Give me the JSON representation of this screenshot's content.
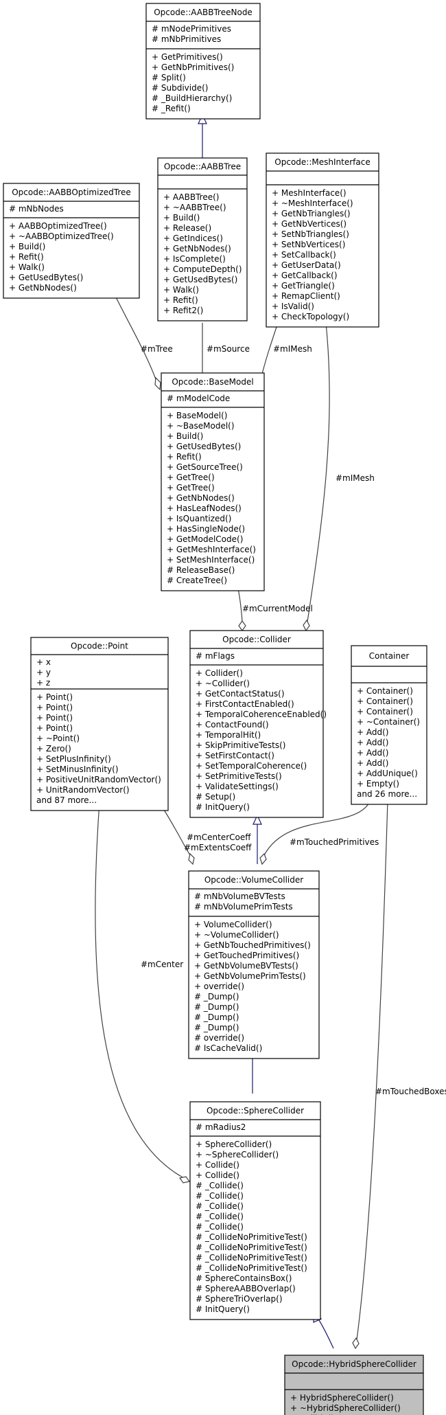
{
  "classes": [
    {
      "id": "aabbtreenode",
      "title": "Opcode::AABBTreeNode",
      "attributes": [
        "# mNodePrimitives",
        "# mNbPrimitives"
      ],
      "methods": [
        "+ GetPrimitives()",
        "+ GetNbPrimitives()",
        "# Split()",
        "# Subdivide()",
        "# _BuildHierarchy()",
        "# _Refit()"
      ]
    },
    {
      "id": "aabbtree",
      "title": "Opcode::AABBTree",
      "attributes": [],
      "methods": [
        "+ AABBTree()",
        "+ ~AABBTree()",
        "+ Build()",
        "+ Release()",
        "+ GetIndices()",
        "+ GetNbNodes()",
        "+ IsComplete()",
        "+ ComputeDepth()",
        "+ GetUsedBytes()",
        "+ Walk()",
        "+ Refit()",
        "+ Refit2()"
      ]
    },
    {
      "id": "meshinterface",
      "title": "Opcode::MeshInterface",
      "attributes": [],
      "methods": [
        "+ MeshInterface()",
        "+ ~MeshInterface()",
        "+ GetNbTriangles()",
        "+ GetNbVertices()",
        "+ SetNbTriangles()",
        "+ SetNbVertices()",
        "+ SetCallback()",
        "+ GetUserData()",
        "+ GetCallback()",
        "+ GetTriangle()",
        "+ RemapClient()",
        "+ IsValid()",
        "+ CheckTopology()"
      ]
    },
    {
      "id": "aabboptimizedtree",
      "title": "Opcode::AABBOptimizedTree",
      "attributes": [
        "# mNbNodes"
      ],
      "methods": [
        "+ AABBOptimizedTree()",
        "+ ~AABBOptimizedTree()",
        "+ Build()",
        "+ Refit()",
        "+ Walk()",
        "+ GetUsedBytes()",
        "+ GetNbNodes()"
      ]
    },
    {
      "id": "basemodel",
      "title": "Opcode::BaseModel",
      "attributes": [
        "# mModelCode"
      ],
      "methods": [
        "+ BaseModel()",
        "+ ~BaseModel()",
        "+ Build()",
        "+ GetUsedBytes()",
        "+ Refit()",
        "+ GetSourceTree()",
        "+ GetTree()",
        "+ GetTree()",
        "+ GetNbNodes()",
        "+ HasLeafNodes()",
        "+ IsQuantized()",
        "+ HasSingleNode()",
        "+ GetModelCode()",
        "+ GetMeshInterface()",
        "+ SetMeshInterface()",
        "# ReleaseBase()",
        "# CreateTree()"
      ]
    },
    {
      "id": "point",
      "title": "Opcode::Point",
      "attributes": [
        "+ x",
        "+ y",
        "+ z"
      ],
      "methods": [
        "+ Point()",
        "+ Point()",
        "+ Point()",
        "+ Point()",
        "+ ~Point()",
        "+ Zero()",
        "+ SetPlusInfinity()",
        "+ SetMinusInfinity()",
        "+ PositiveUnitRandomVector()",
        "+ UnitRandomVector()",
        "and 87 more..."
      ]
    },
    {
      "id": "collider",
      "title": "Opcode::Collider",
      "attributes": [
        "# mFlags"
      ],
      "methods": [
        "+ Collider()",
        "+ ~Collider()",
        "+ GetContactStatus()",
        "+ FirstContactEnabled()",
        "+ TemporalCoherenceEnabled()",
        "+ ContactFound()",
        "+ TemporalHit()",
        "+ SkipPrimitiveTests()",
        "+ SetFirstContact()",
        "+ SetTemporalCoherence()",
        "+ SetPrimitiveTests()",
        "+ ValidateSettings()",
        "# Setup()",
        "# InitQuery()"
      ]
    },
    {
      "id": "container",
      "title": "Container",
      "attributes": [],
      "methods": [
        "+ Container()",
        "+ Container()",
        "+ Container()",
        "+ ~Container()",
        "+ Add()",
        "+ Add()",
        "+ Add()",
        "+ Add()",
        "+ AddUnique()",
        "+ Empty()",
        "and 26 more..."
      ]
    },
    {
      "id": "volumecollider",
      "title": "Opcode::VolumeCollider",
      "attributes": [
        "# mNbVolumeBVTests",
        "# mNbVolumePrimTests"
      ],
      "methods": [
        "+ VolumeCollider()",
        "+ ~VolumeCollider()",
        "+ GetNbTouchedPrimitives()",
        "+ GetTouchedPrimitives()",
        "+ GetNbVolumeBVTests()",
        "+ GetNbVolumePrimTests()",
        "+ override()",
        "# _Dump()",
        "# _Dump()",
        "# _Dump()",
        "# _Dump()",
        "# override()",
        "# IsCacheValid()"
      ]
    },
    {
      "id": "spherecollider",
      "title": "Opcode::SphereCollider",
      "attributes": [
        "# mRadius2"
      ],
      "methods": [
        "+ SphereCollider()",
        "+ ~SphereCollider()",
        "+ Collide()",
        "+ Collide()",
        "# _Collide()",
        "# _Collide()",
        "# _Collide()",
        "# _Collide()",
        "# _Collide()",
        "# _CollideNoPrimitiveTest()",
        "# _CollideNoPrimitiveTest()",
        "# _CollideNoPrimitiveTest()",
        "# _CollideNoPrimitiveTest()",
        "# SphereContainsBox()",
        "# SphereAABBOverlap()",
        "# SphereTriOverlap()",
        "# InitQuery()"
      ]
    },
    {
      "id": "hybridspherecollider",
      "title": "Opcode::HybridSphereCollider",
      "attributes": [],
      "methods": [
        "+ HybridSphereCollider()",
        "+ ~HybridSphereCollider()",
        "+ Collide()"
      ],
      "highlighted": true
    }
  ],
  "edge_labels": {
    "mTree": "#mTree",
    "mSource": "#mSource",
    "mIMesh_left": "#mIMesh",
    "mIMesh_right": "#mIMesh",
    "mCurrentModel": "#mCurrentModel",
    "mCenterCoeff": "#mCenterCoeff",
    "mExtentsCoeff": "#mExtentsCoeff",
    "mTouchedPrimitives": "#mTouchedPrimitives",
    "mCenter": "#mCenter",
    "mTouchedBoxes": "#mTouchedBoxes"
  },
  "colors": {
    "inheritance_edge": "#191970",
    "usage_edge": "#404040",
    "highlight_fill": "#bfbfbf"
  }
}
